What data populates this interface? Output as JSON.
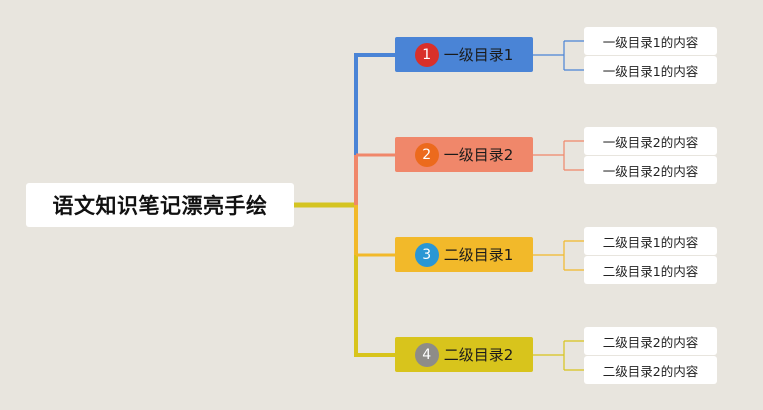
{
  "root": {
    "label": "语文知识笔记漂亮手绘"
  },
  "branches": [
    {
      "number": "1",
      "label": "一级目录1",
      "color": "#4a84d6",
      "badge_color": "#d9302a",
      "children": [
        "一级目录1的内容",
        "一级目录1的内容"
      ]
    },
    {
      "number": "2",
      "label": "一级目录2",
      "color": "#f0876a",
      "badge_color": "#ec6a1d",
      "children": [
        "一级目录2的内容",
        "一级目录2的内容"
      ]
    },
    {
      "number": "3",
      "label": "二级目录1",
      "color": "#f2b92a",
      "badge_color": "#2a97d4",
      "children": [
        "二级目录1的内容",
        "二级目录1的内容"
      ]
    },
    {
      "number": "4",
      "label": "二级目录2",
      "color": "#d8c41c",
      "badge_color": "#8e8c88",
      "children": [
        "二级目录2的内容",
        "二级目录2的内容"
      ]
    }
  ]
}
